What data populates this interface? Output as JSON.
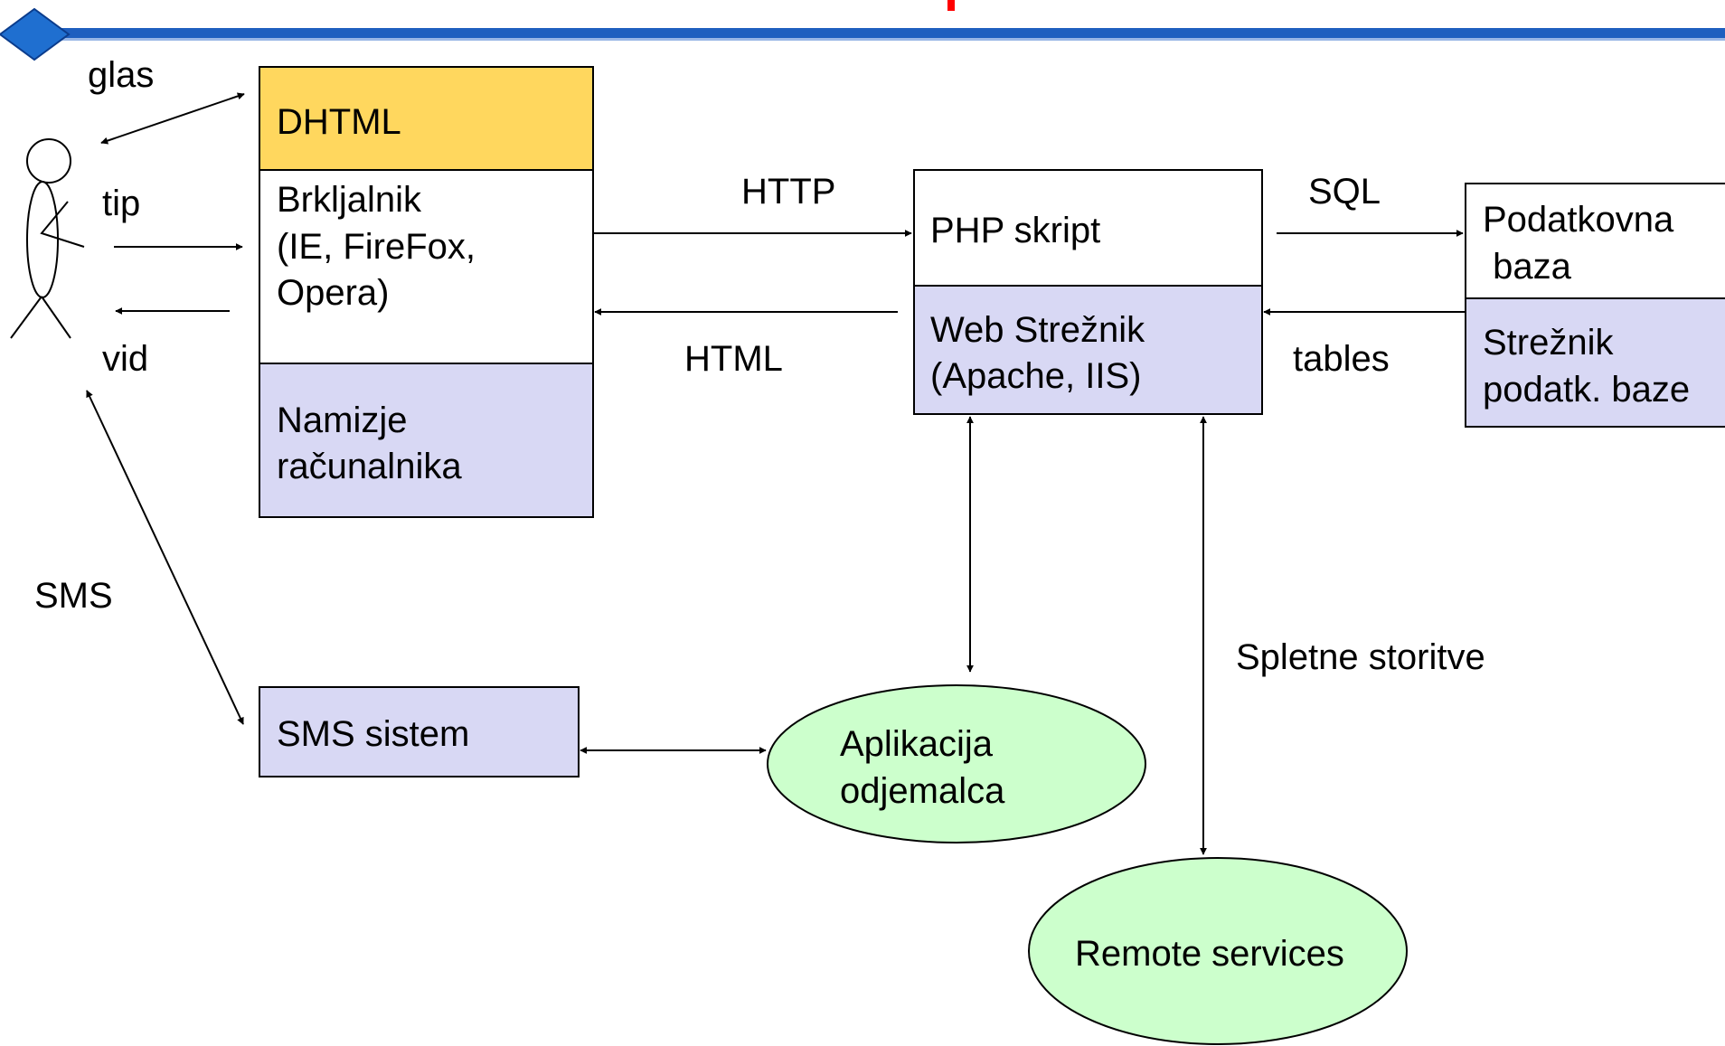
{
  "colors": {
    "header_bar": "#1f5fbf",
    "header_diamond": "#1f6fd0",
    "title_fragment": "#ff0000",
    "dhtml_fill": "#ffd75e",
    "server_fill": "#d8d8f4",
    "oval_fill": "#ccffcc",
    "line": "#000000"
  },
  "actor": {
    "labels": {
      "voice": "glas",
      "type": "tip",
      "view": "vid",
      "sms": "SMS"
    }
  },
  "client_stack": {
    "dhtml": "DHTML",
    "browser": [
      "Brkljalnik",
      "(IE, FireFox,",
      "Opera)"
    ],
    "desktop": [
      "Namizje",
      "računalnika"
    ]
  },
  "web_stack": {
    "php": "PHP skript",
    "server": [
      "Web Strežnik",
      "(Apache, IIS)"
    ]
  },
  "db_stack": {
    "database": [
      "Podatkovna",
      " baza"
    ],
    "server": [
      "Strežnik",
      "podatk. baze"
    ]
  },
  "sms_system": "SMS sistem",
  "client_app": [
    "Aplikacija",
    "odjemalca"
  ],
  "remote_services": "Remote services",
  "arrow_labels": {
    "http": "HTTP",
    "html": "HTML",
    "sql": "SQL",
    "tables": "tables",
    "web_services": "Spletne storitve"
  }
}
